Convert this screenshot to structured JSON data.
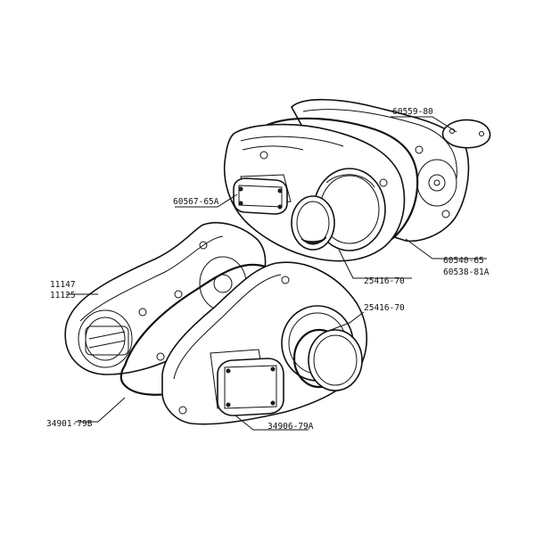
{
  "labels": {
    "p60559_80": "60559-80",
    "p60567_65A": "60567-65A",
    "p25416_70_top": "25416-70",
    "p60540_65": "60540-65",
    "p60538_81A": "60538-81A",
    "p11147": "11147",
    "p11125": "11125",
    "p25416_70_right": "25416-70",
    "p34901_79B": "34901-79B",
    "p34906_79A": "34906-79A"
  },
  "colors": {
    "line": "#111111",
    "background": "#ffffff"
  }
}
